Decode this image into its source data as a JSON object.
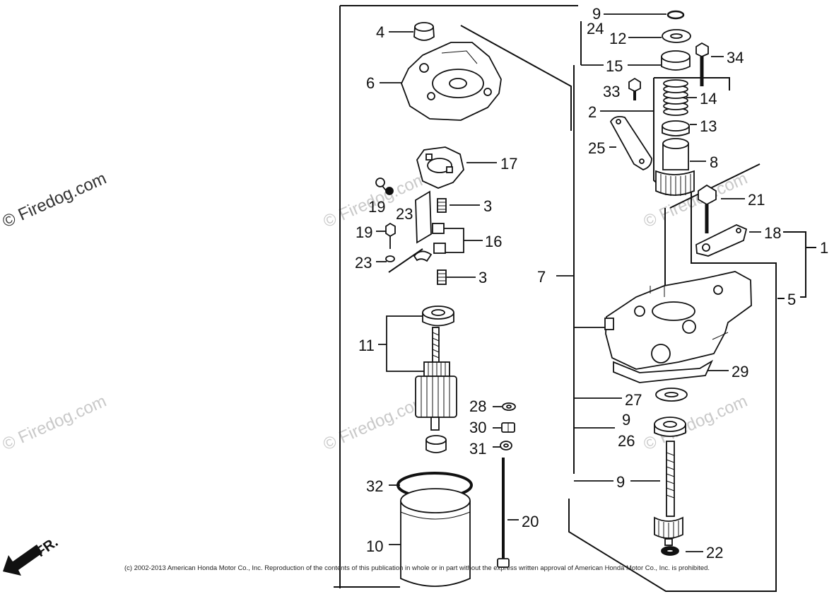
{
  "watermark": "© Firedog.com",
  "callouts": [
    "4",
    "6",
    "17",
    "19",
    "23",
    "3",
    "19",
    "23",
    "16",
    "3",
    "11",
    "28",
    "30",
    "31",
    "32",
    "20",
    "10",
    "7",
    "9",
    "24",
    "12",
    "15",
    "34",
    "33",
    "14",
    "2",
    "13",
    "25",
    "8",
    "21",
    "18",
    "1",
    "5",
    "29",
    "27",
    "9",
    "26",
    "9",
    "22"
  ],
  "direction_label": "FR.",
  "copyright": "(c) 2002-2013 American Honda Motor Co., Inc. Reproduction of the contents of this publication in whole or in part without the express written approval of American Honda Motor Co., Inc. is prohibited."
}
